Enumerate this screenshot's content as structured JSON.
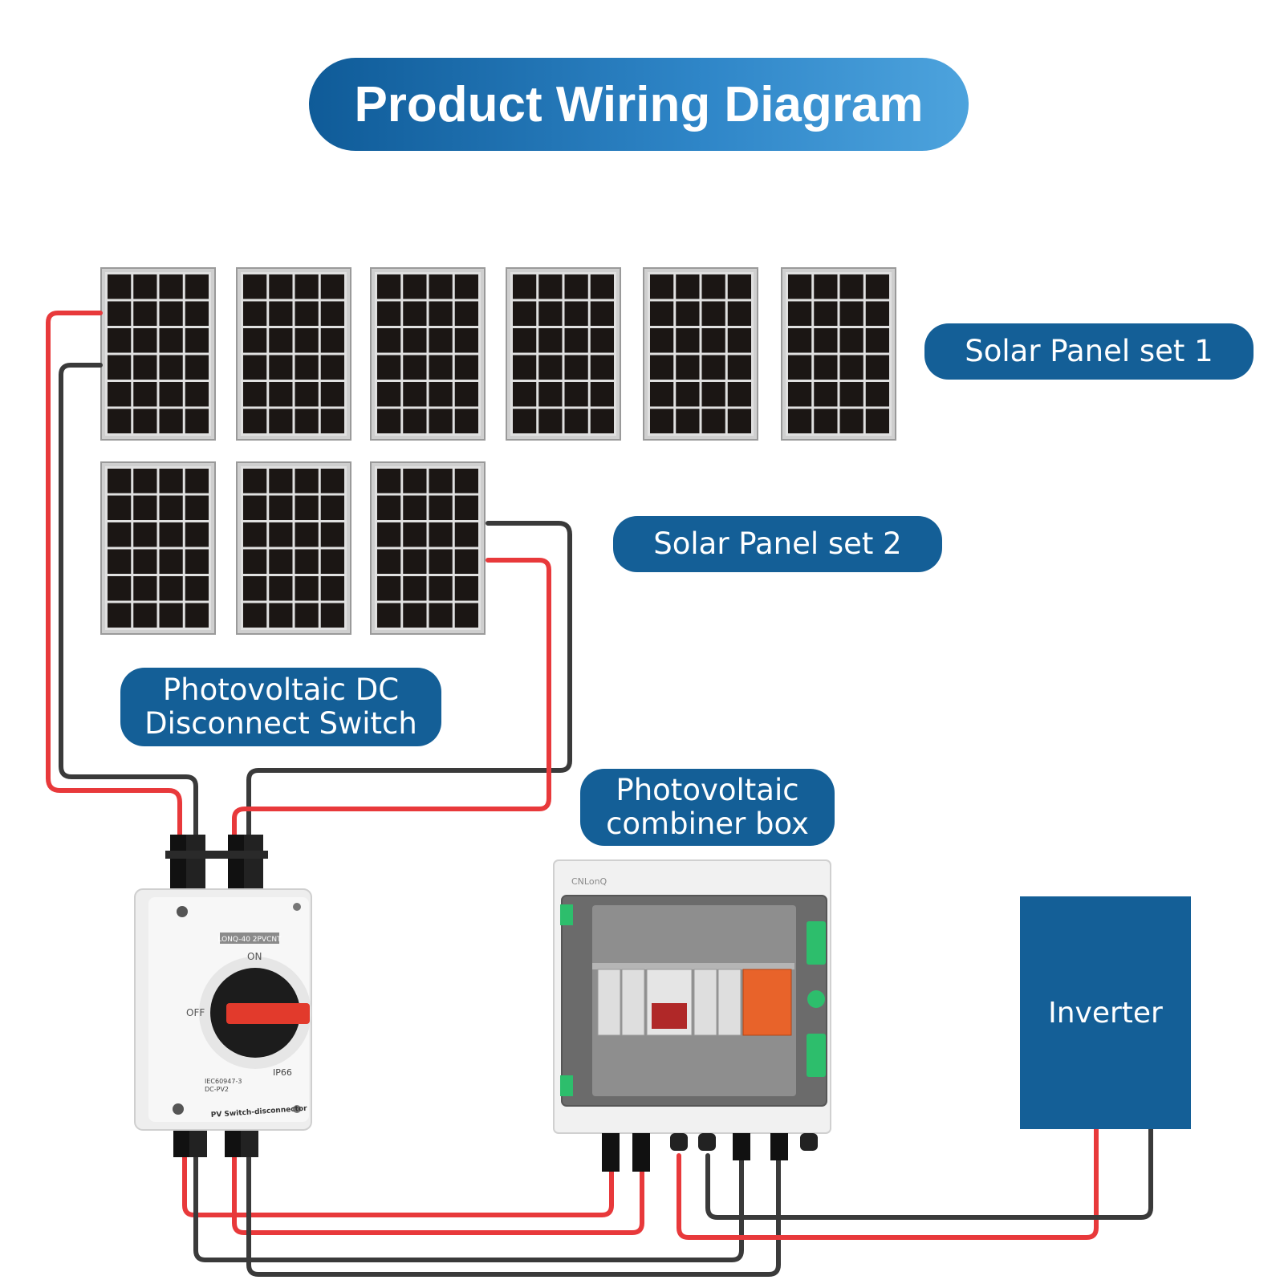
{
  "title": "Product Wiring Diagram",
  "labels": {
    "solar_set_1": "Solar Panel set 1",
    "solar_set_2": "Solar Panel set 2",
    "dc_switch_line1": "Photovoltaic DC",
    "dc_switch_line2": "Disconnect Switch",
    "combiner_line1": "Photovoltaic",
    "combiner_line2": "combiner box",
    "inverter": "Inverter"
  },
  "switch_device": {
    "model": "LONQ-40 2PVCNT",
    "on": "ON",
    "off": "OFF",
    "standard_line1": "IEC60947-3",
    "standard_line2": "DC-PV2",
    "rating": "IP66",
    "name": "PV Switch-disconnector"
  },
  "combiner_device": {
    "brand": "CNLonQ"
  },
  "colors": {
    "positive_wire": "#e8393b",
    "negative_wire": "#3a3a3a",
    "label_blue": "#145f97",
    "title_blue_start": "#0f5b98",
    "title_blue_end": "#4da3dd",
    "panel_cell": "#1b1614",
    "switch_handle": "#e23a2c",
    "spd_orange": "#e8632a",
    "din_green": "#2dbe6c"
  }
}
